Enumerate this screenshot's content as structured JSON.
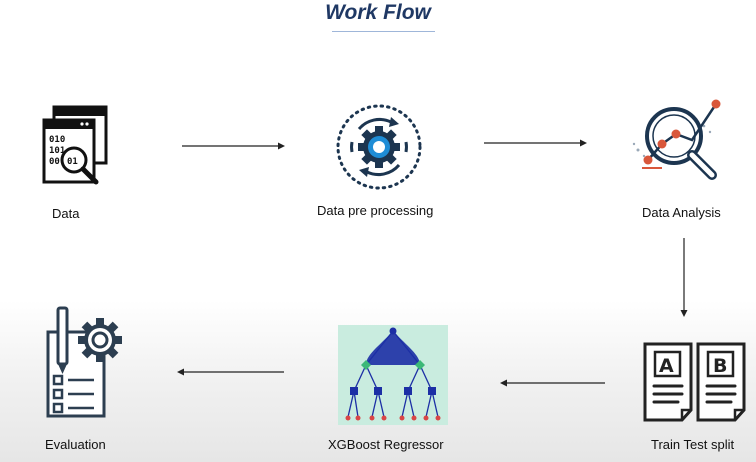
{
  "title": "Work Flow",
  "steps": [
    {
      "label": "Data",
      "icon": "data-file-search-icon"
    },
    {
      "label": "Data pre processing",
      "icon": "gear-processing-icon"
    },
    {
      "label": "Data Analysis",
      "icon": "magnifier-chart-icon"
    },
    {
      "label": "Train Test split",
      "icon": "documents-a-b-icon"
    },
    {
      "label": "XGBoost Regressor",
      "icon": "decision-tree-icon"
    },
    {
      "label": "Evaluation",
      "icon": "checklist-gear-icon"
    }
  ],
  "colors": {
    "title": "#1f3864",
    "accent_blue": "#1f8dd6",
    "dark_navy": "#1c3550",
    "tree_node": "#1c2fa5",
    "tree_leaf": "#d94545",
    "tree_mid": "#3cb878",
    "arrow": "#222222"
  }
}
